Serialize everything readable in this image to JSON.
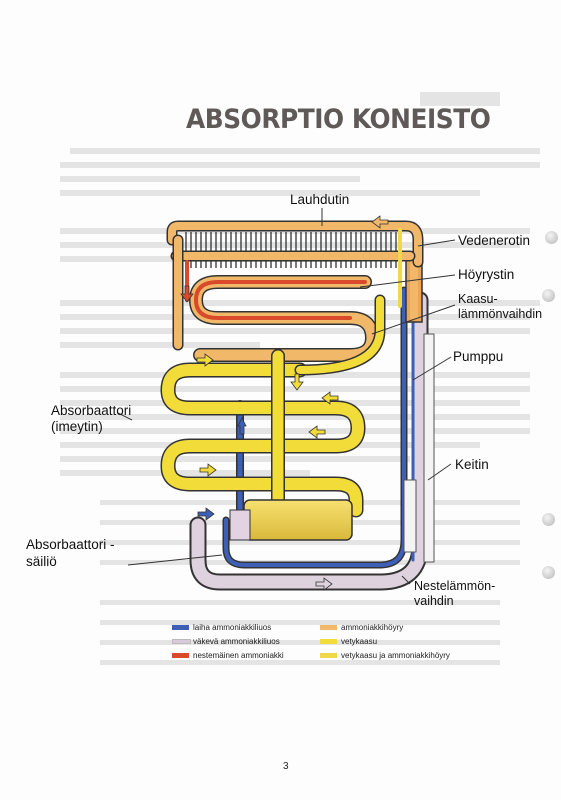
{
  "title": "ABSORPTIO KONEISTO",
  "labels": {
    "condenser": "Lauhdutin",
    "water_separator": "Vedenerotin",
    "evaporator": "Höyrystin",
    "gas_hx_1": "Kaasu-",
    "gas_hx_2": "lämmönvaihdin",
    "pump": "Pumppu",
    "absorber_1": "Absorbaattori",
    "absorber_2": "(imeytin)",
    "boiler": "Keitin",
    "tank_1": "Absorbaattori -",
    "tank_2": "säiliö",
    "liquid_hx_1": "Nestelämmön-",
    "liquid_hx_2": "vaihdin"
  },
  "legend": [
    {
      "label": "laiha ammoniakkiliuos",
      "color": "#3d5fb5"
    },
    {
      "label": "väkevä ammoniakkiliuos",
      "color": "#d9c9d9"
    },
    {
      "label": "nestemäinen ammoniakki",
      "color": "#d84a2a"
    },
    {
      "label": "ammoniakkihöyry",
      "color": "#f2b86a"
    },
    {
      "label": "vetykaasu",
      "color": "#f2dc3a"
    },
    {
      "label": "vetykaasu ja ammoniakkihöyry",
      "color": "#f0d848"
    }
  ],
  "page_number": "3",
  "colors": {
    "weak_solution": "#3d5fb5",
    "strong_solution": "#d9c9d9",
    "liquid_ammonia": "#d84a2a",
    "ammonia_vapour": "#f2b86a",
    "hydrogen": "#f2dc3a",
    "gas_mix": "#f0d848"
  }
}
